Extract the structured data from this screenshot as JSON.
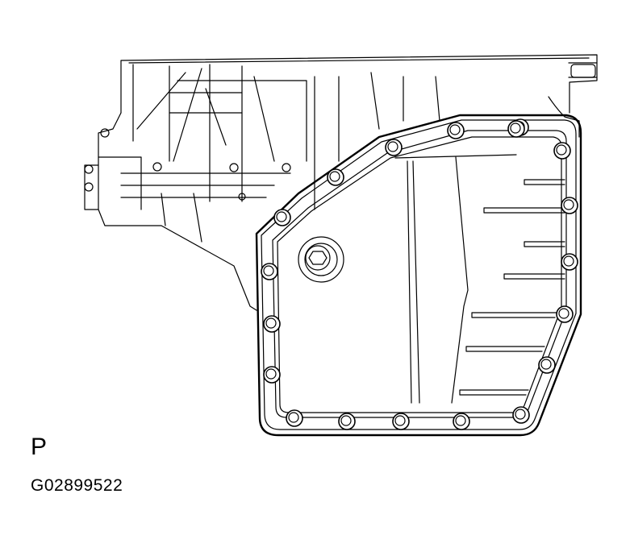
{
  "view_letter": "P",
  "figure_code": "G02899522",
  "components": {
    "oil_pan_bolt_count": 19
  }
}
